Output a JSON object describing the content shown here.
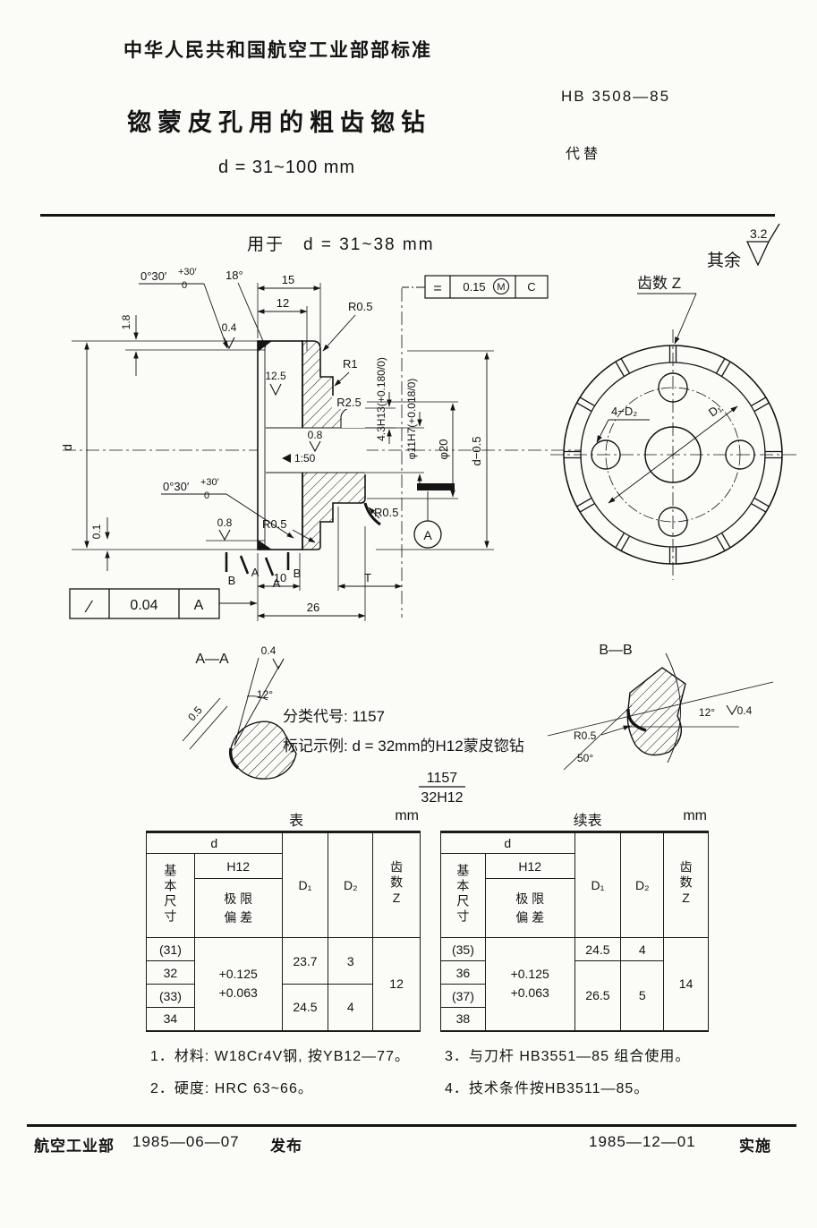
{
  "header": {
    "org_line": "中华人民共和国航空工业部部标准",
    "doc_no": "HB 3508—85",
    "replaces": "代替",
    "title": "锪蒙皮孔用的粗齿锪钻",
    "range": "d = 31~100 mm"
  },
  "drawing": {
    "applicability": "用于　d = 31~38 mm",
    "rest_label": "其余",
    "rest_value": "3.2",
    "front": {
      "d": "d",
      "dim_1_8": "1.8",
      "dim_0_1": "0.1",
      "angle_030": "0°30′",
      "angle_030_plus": "+30′",
      "angle_030_zero": "0",
      "angle_18": "18°",
      "dim_15": "15",
      "dim_12": "12",
      "finish_04": "0.4",
      "finish_08": "0.8",
      "finish_125": "12.5",
      "r05": "R0.5",
      "r1": "R1",
      "r25": "R2.5",
      "taper": "1:50",
      "keyway": "4.3H13(+0.180/0)",
      "bore": "φ11H7(+0.018/0)",
      "phi20": "φ20",
      "d_minus": "d−0.5",
      "dim_10": "10",
      "dim_26": "26",
      "dim_t": "T",
      "sec_a": "A",
      "sec_b": "B",
      "datum_a": "A",
      "frame_sym": "=",
      "frame_tol": "0.15",
      "frame_mod": "M",
      "frame_ref": "C",
      "slope_sym": "∕",
      "slope_tol": "0.04",
      "slope_ref": "A"
    },
    "end_view": {
      "teeth": "齿数 Z",
      "holes": "4−D₂",
      "d1": "D₁"
    },
    "aa": {
      "title": "A—A",
      "angle": "12°",
      "finish": "0.4",
      "land": "0.5"
    },
    "bb": {
      "title": "B—B",
      "angle": "12°",
      "finish": "0.4",
      "r": "R0.5",
      "angle50": "50°"
    },
    "classification": "分类代号: 1157",
    "example": "标记示例: d = 32mm的H12蒙皮锪钻",
    "code_top": "1157",
    "code_bottom": "32H12"
  },
  "table_left": {
    "title": "表",
    "unit": "mm",
    "d": "d",
    "basic": "基本尺寸",
    "h12": "H12",
    "dev": "极 限\n偏 差",
    "d1": "D₁",
    "d2": "D₂",
    "teeth": "齿数Z",
    "sizes": [
      "(31)",
      "32",
      "(33)",
      "34"
    ],
    "tol": "+0.125\n+0.063",
    "d1_vals": [
      "23.7",
      "24.5"
    ],
    "d2_vals": [
      "3",
      "4"
    ],
    "z": "12"
  },
  "table_right": {
    "title": "续表",
    "unit": "mm",
    "d": "d",
    "basic": "基本尺寸",
    "h12": "H12",
    "dev": "极 限\n偏 差",
    "d1": "D₁",
    "d2": "D₂",
    "teeth": "齿数Z",
    "sizes": [
      "(35)",
      "36",
      "(37)",
      "38"
    ],
    "tol": "+0.125\n+0.063",
    "d1_vals": [
      "24.5",
      "26.5"
    ],
    "d2_vals": [
      "4",
      "5"
    ],
    "z": "14"
  },
  "notes": {
    "n1": "1．材料: W18Cr4V钢, 按YB12—77。",
    "n2": "2．硬度: HRC 63~66。",
    "n3": "3．与刀杆  HB3551—85 组合使用。",
    "n4": "4．技术条件按HB3511—85。"
  },
  "footer": {
    "issuer": "航空工业部",
    "issue_date": "1985—06—07",
    "publish": "发布",
    "impl_date": "1985—12—01",
    "implement": "实施"
  }
}
